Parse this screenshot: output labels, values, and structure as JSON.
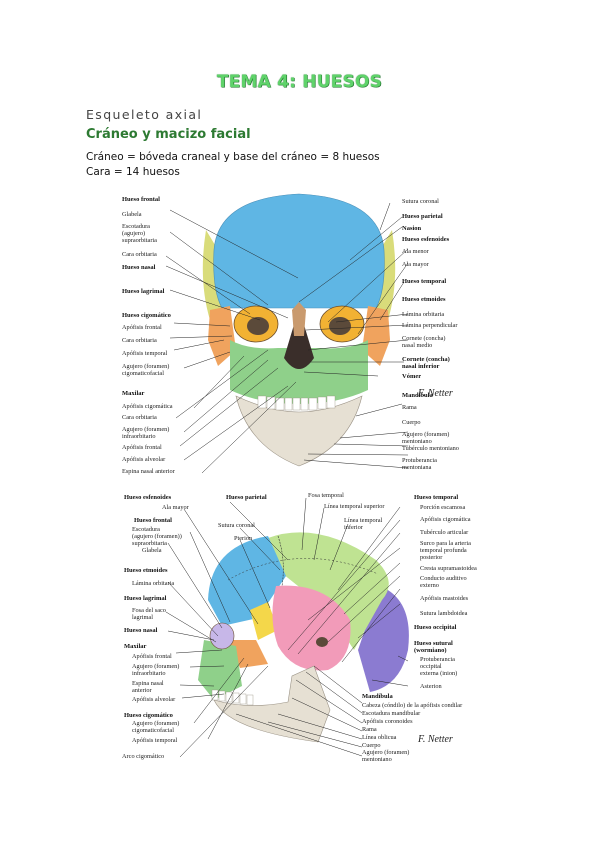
{
  "title": "TEMA 4: HUESOS",
  "section": "Esqueleto axial",
  "subsection": "Cráneo y macizo facial",
  "paragraphs": [
    "Cráneo = bóveda craneal y base del cráneo = 8 huesos",
    "Cara = 14 huesos"
  ],
  "figure1": {
    "left_labels": [
      [
        "Hueso frontal",
        true
      ],
      [
        "Glabela",
        false
      ],
      [
        "Escotadura",
        false
      ],
      [
        "(agujero)",
        false
      ],
      [
        "supraorbitaria",
        false
      ],
      [
        "Cara orbitaria",
        false
      ],
      [
        "Hueso nasal",
        true
      ],
      [
        "Hueso lagrimal",
        true
      ],
      [
        "Hueso cigomático",
        true
      ],
      [
        "Apófisis frontal",
        false
      ],
      [
        "Cara orbitaria",
        false
      ],
      [
        "Apófisis temporal",
        false
      ],
      [
        "Agujero (foramen)",
        false
      ],
      [
        "cigomaticofacial",
        false
      ],
      [
        "Maxilar",
        true
      ],
      [
        "Apófisis cigomática",
        false
      ],
      [
        "Cara orbitaria",
        false
      ],
      [
        "Agujero (foramen)",
        false
      ],
      [
        "infraorbitario",
        false
      ],
      [
        "Apófisis frontal",
        false
      ],
      [
        "Apófisis alveolar",
        false
      ],
      [
        "Espina nasal anterior",
        false
      ]
    ],
    "right_labels": [
      [
        "Sutura coronal",
        false
      ],
      [
        "Hueso parietal",
        true
      ],
      [
        "Nasion",
        true
      ],
      [
        "Hueso esfenoides",
        true
      ],
      [
        "Ala menor",
        false
      ],
      [
        "Ala mayor",
        false
      ],
      [
        "Hueso temporal",
        true
      ],
      [
        "Hueso etmoides",
        true
      ],
      [
        "Lámina orbitaria",
        false
      ],
      [
        "Lámina perpendicular",
        false
      ],
      [
        "Cornete (concha)",
        false
      ],
      [
        "nasal medio",
        false
      ],
      [
        "Cornete (concha)",
        true
      ],
      [
        "nasal inferior",
        true
      ],
      [
        "Vómer",
        true
      ],
      [
        "Mandíbula",
        true
      ],
      [
        "Rama",
        false
      ],
      [
        "Cuerpo",
        false
      ],
      [
        "Agujero (foramen)",
        false
      ],
      [
        "mentoniano",
        false
      ],
      [
        "Tubérculo mentoniano",
        false
      ],
      [
        "Protuberancia",
        false
      ],
      [
        "mentoniana",
        false
      ]
    ],
    "signature": "F. Netter"
  },
  "figure2": {
    "top_labels": [
      [
        "Hueso parietal",
        true
      ],
      [
        "Fosa temporal",
        false
      ],
      [
        "Línea temporal superior",
        false
      ],
      [
        "Línea temporal",
        false
      ],
      [
        "inferior",
        false
      ],
      [
        "Sutura coronal",
        false
      ],
      [
        "Pterion",
        false
      ]
    ],
    "left_labels": [
      [
        "Hueso esfenoides",
        true
      ],
      [
        "Ala mayor",
        false
      ],
      [
        "Hueso frontal",
        true
      ],
      [
        "Escotadura",
        false
      ],
      [
        "(agujero (foramen))",
        false
      ],
      [
        "supraorbitaria",
        false
      ],
      [
        "Glabela",
        false
      ],
      [
        "Hueso etmoides",
        true
      ],
      [
        "Lámina orbitaria",
        false
      ],
      [
        "Hueso lagrimal",
        true
      ],
      [
        "Fosa del saco",
        false
      ],
      [
        "lagrimal",
        false
      ],
      [
        "Hueso nasal",
        true
      ],
      [
        "Maxilar",
        true
      ],
      [
        "Apófisis frontal",
        false
      ],
      [
        "Agujero (foramen)",
        false
      ],
      [
        "infraorbitario",
        false
      ],
      [
        "Espina nasal",
        false
      ],
      [
        "anterior",
        false
      ],
      [
        "Apófisis alveolar",
        false
      ],
      [
        "Hueso cigomático",
        true
      ],
      [
        "Agujero (foramen)",
        false
      ],
      [
        "cigomaticofacial",
        false
      ],
      [
        "Apófisis temporal",
        false
      ],
      [
        "Arco cigomático",
        false
      ]
    ],
    "right_labels": [
      [
        "Hueso temporal",
        true
      ],
      [
        "Porción escamosa",
        false
      ],
      [
        "Apófisis cigomática",
        false
      ],
      [
        "Tubérculo articular",
        false
      ],
      [
        "Surco para la arteria",
        false
      ],
      [
        "temporal profunda",
        false
      ],
      [
        "posterior",
        false
      ],
      [
        "Cresta supramastoidea",
        false
      ],
      [
        "Conducto auditivo",
        false
      ],
      [
        "externo",
        false
      ],
      [
        "Apófisis mastoides",
        false
      ],
      [
        "Sutura lambdoidea",
        false
      ],
      [
        "Hueso occipital",
        true
      ],
      [
        "Hueso sutural",
        true
      ],
      [
        "(wormiano)",
        true
      ],
      [
        "Protuberancia",
        false
      ],
      [
        "occipital",
        false
      ],
      [
        "externa (inion)",
        false
      ],
      [
        "Asterion",
        false
      ],
      [
        "Mandíbula",
        true
      ],
      [
        "Cabeza (cóndilo) de la apófisis condilar",
        false
      ],
      [
        "Escotadura mandibular",
        false
      ],
      [
        "Apófisis coronoides",
        false
      ],
      [
        "Rama",
        false
      ],
      [
        "Línea oblicua",
        false
      ],
      [
        "Cuerpo",
        false
      ],
      [
        "Agujero (foramen)",
        false
      ],
      [
        "mentoniano",
        false
      ]
    ],
    "signature": "F. Netter"
  }
}
